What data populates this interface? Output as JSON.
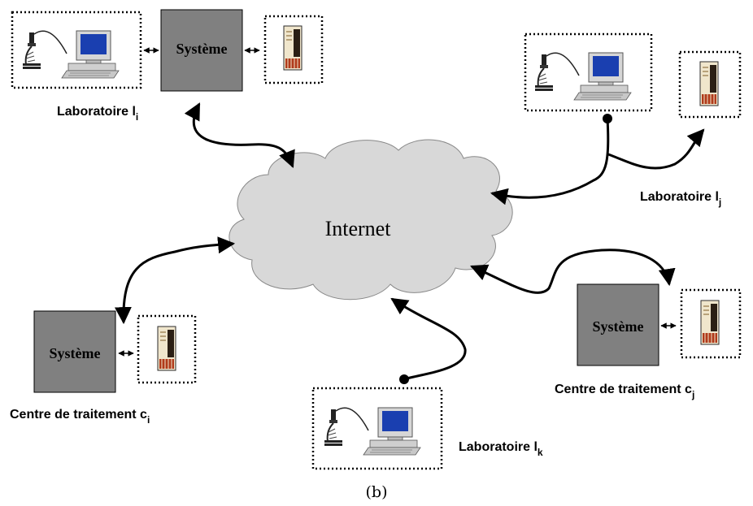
{
  "caption": "(b)",
  "cloud": {
    "label": "Internet"
  },
  "systems": {
    "top": "Système",
    "left": "Système",
    "right": "Système"
  },
  "labels": {
    "lab_i": {
      "text": "Laboratoire l",
      "sub": "i"
    },
    "lab_j": {
      "text": "Laboratoire l",
      "sub": "j"
    },
    "lab_k": {
      "text": "Laboratoire l",
      "sub": "k"
    },
    "centre_i": {
      "text": "Centre de traitement c",
      "sub": "i"
    },
    "centre_j": {
      "text": "Centre de traitement  c",
      "sub": "j"
    }
  },
  "colors": {
    "cloud_fill": "#d8d8d8",
    "system_fill": "#808080",
    "monitor_screen": "#1a3fb0",
    "server_body": "#f0e6cc",
    "server_accent": "#b03a1a"
  },
  "icons": [
    "workstation-icon",
    "server-icon",
    "microscope-icon"
  ]
}
